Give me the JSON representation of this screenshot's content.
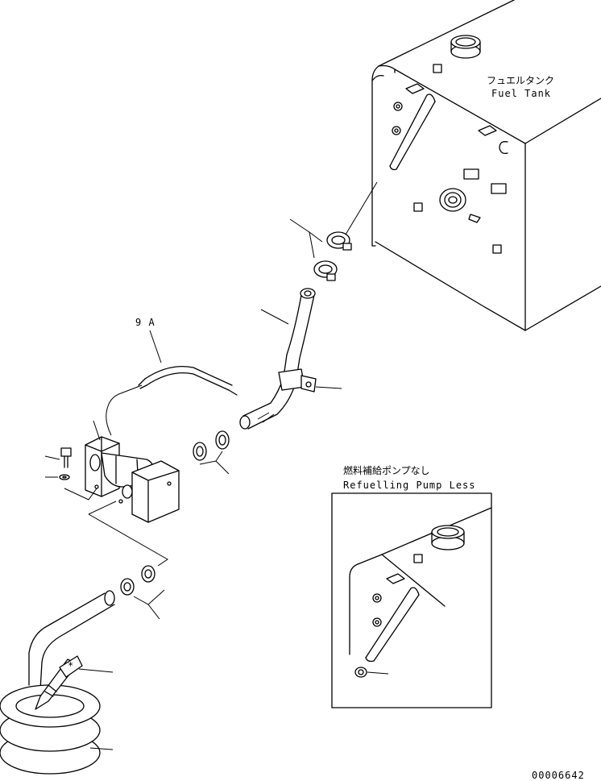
{
  "labels": {
    "fuel_tank_jp": "フュエルタンク",
    "fuel_tank_en": "Fuel Tank",
    "part_9a": "9 A",
    "inset_title_jp": "燃料補給ポンプなし",
    "inset_title_en": "Refuelling Pump Less",
    "drawing_number": "00006642"
  },
  "colors": {
    "line": "#000000",
    "background": "#ffffff"
  }
}
